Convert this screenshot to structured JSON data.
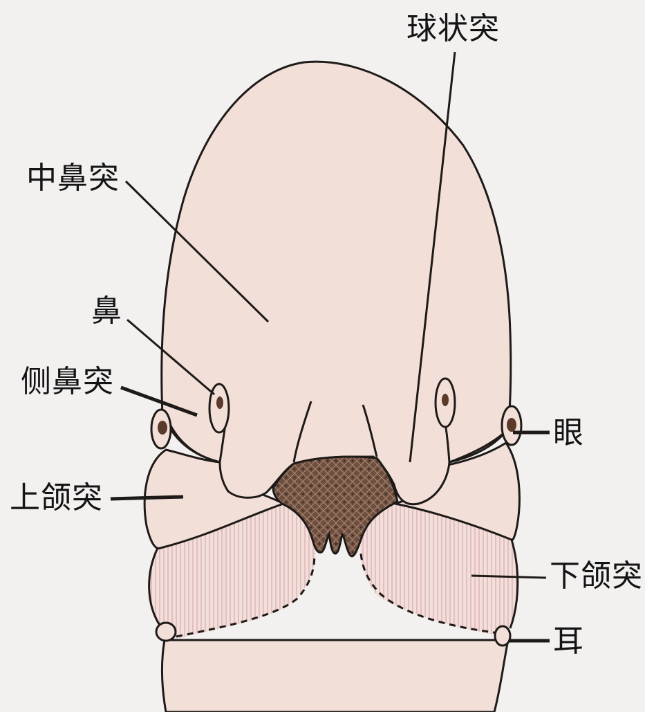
{
  "labels": {
    "qiu_zhuang_tu": "球状突",
    "zhong_bi_tu": "中鼻突",
    "bi": "鼻",
    "ce_bi_tu": "侧鼻突",
    "yan": "眼",
    "shang_he_tu": "上颌突",
    "xia_he_tu": "下颌突",
    "er": "耳"
  },
  "colors": {
    "background": "#f3f1f0",
    "tissue": "#f2dfd8",
    "outline": "#1e1a18",
    "mouth": "#6e4e3e",
    "mandible_hatch": "#d9a9b3"
  }
}
